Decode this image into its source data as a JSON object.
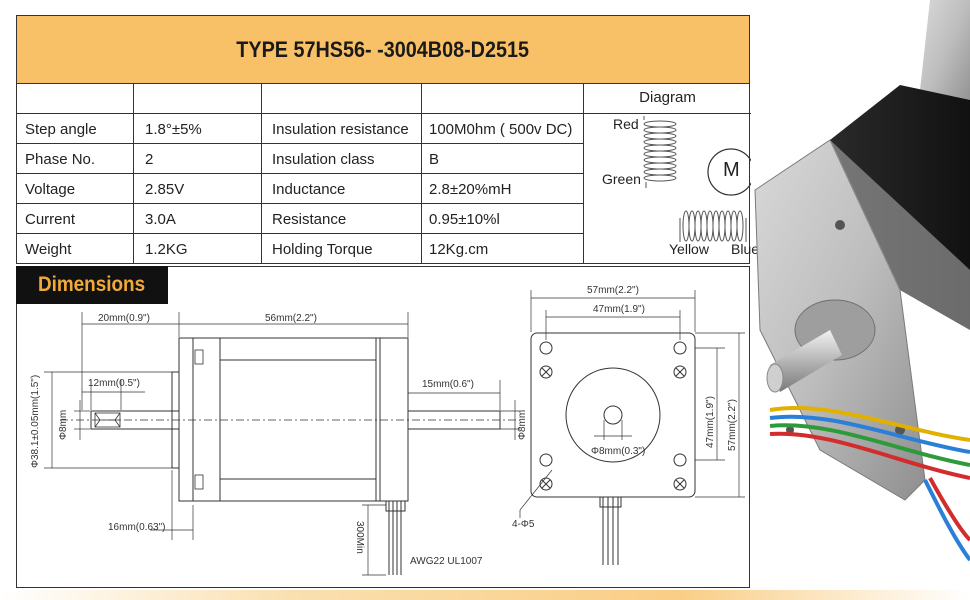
{
  "title": "TYPE 57HS56- -3004B08-D2515",
  "specs": [
    {
      "label": "Step angle",
      "value": "1.8°±5%",
      "label2": "Insulation resistance",
      "value2": "100M0hm ( 500v DC)"
    },
    {
      "label": "Phase No.",
      "value": "2",
      "label2": "Insulation class",
      "value2": "B"
    },
    {
      "label": "Voltage",
      "value": "2.85V",
      "label2": "Inductance",
      "value2": "2.8±20%mH"
    },
    {
      "label": "Current",
      "value": "3.0A",
      "label2": "Resistance",
      "value2": "0.95±10%l"
    },
    {
      "label": "Weight",
      "value": "1.2KG",
      "label2": "Holding Torque",
      "value2": "12Kg.cm"
    }
  ],
  "diagram": {
    "header": "Diagram",
    "wires": {
      "red": "Red",
      "green": "Green",
      "yellow": "Yellow",
      "blue": "Blue"
    },
    "motor_symbol": "M"
  },
  "dimensions": {
    "tab_label": "Dimensions",
    "labels": {
      "shaft_front_len": "20mm(0.9\")",
      "body_len": "56mm(2.2\")",
      "key_len": "12mm(0.5\")",
      "rear_shaft_len": "15mm(0.6\")",
      "boss_dia": "Φ38.1±0.05mm(1.5\")",
      "shaft_dia_front": "Φ8mm",
      "shaft_dia_rear": "Φ8mm",
      "flange_thk": "16mm(0.63\")",
      "lead_len": "300Min",
      "wire_spec": "AWG22 UL1007",
      "flange_width": "57mm(2.2\")",
      "hole_spacing_h": "47mm(1.9\")",
      "hole_spacing_v": "47mm(1.9\")",
      "flange_height": "57mm(2.2\")",
      "shaft_dia_center": "Φ8mm(0.3\")",
      "mount_holes": "4-Φ5"
    }
  },
  "colors": {
    "title_bg": "#f8c167",
    "tab_bg": "#111111",
    "tab_text": "#f3a93a",
    "line": "#333333"
  }
}
